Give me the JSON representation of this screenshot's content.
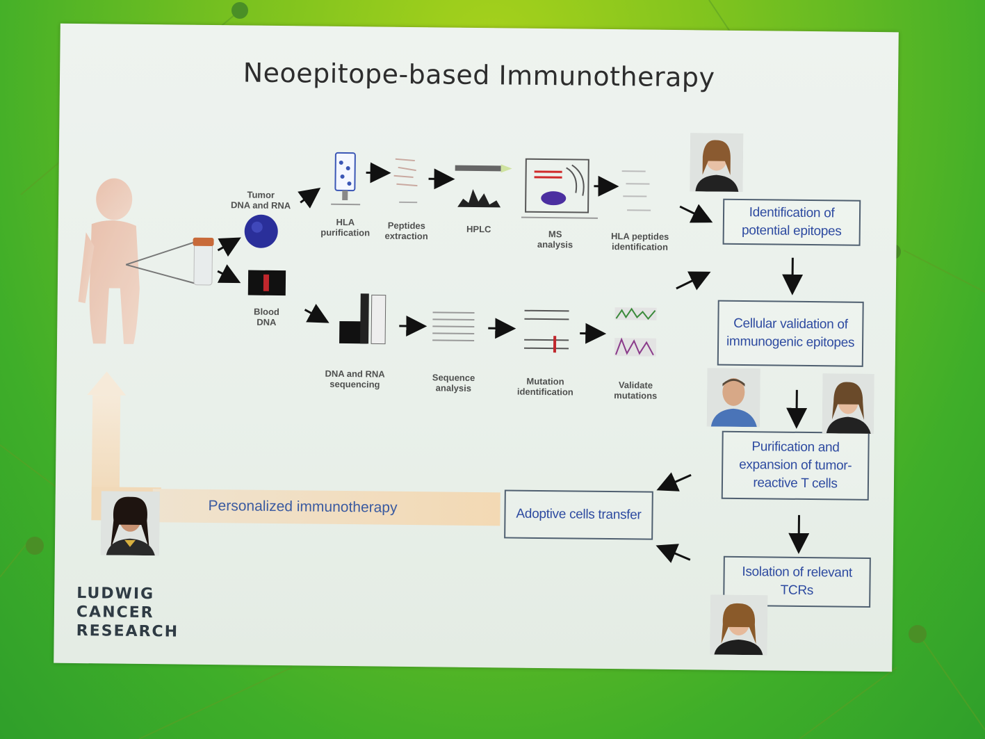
{
  "slide": {
    "title": "Neoepitope-based Immunotherapy",
    "logo_lines": [
      "LUDWIG",
      "CANCER",
      "RESEARCH"
    ]
  },
  "top_pipeline": {
    "tumor_label": "Tumor\nDNA and RNA",
    "steps": [
      "HLA\npurification",
      "Peptides\nextraction",
      "HPLC",
      "MS\nanalysis",
      "HLA peptides\nidentification"
    ]
  },
  "bottom_pipeline": {
    "blood_label": "Blood\nDNA",
    "steps": [
      "DNA and RNA\nsequencing",
      "Sequence\nanalysis",
      "Mutation\nidentification",
      "Validate\nmutations"
    ]
  },
  "boxes": {
    "identification": "Identification of potential epitopes",
    "validation": "Cellular validation of immunogenic epitopes",
    "purification": "Purification and expansion of tumor-reactive T cells",
    "isolation": "Isolation of relevant TCRs",
    "adoptive": "Adoptive cells transfer"
  },
  "banner_text": "Personalized immunotherapy",
  "colors": {
    "box_text": "#2d4aa0",
    "box_border": "#4f5f70",
    "banner": "#f3d9b4",
    "background": "#6cbc22"
  }
}
